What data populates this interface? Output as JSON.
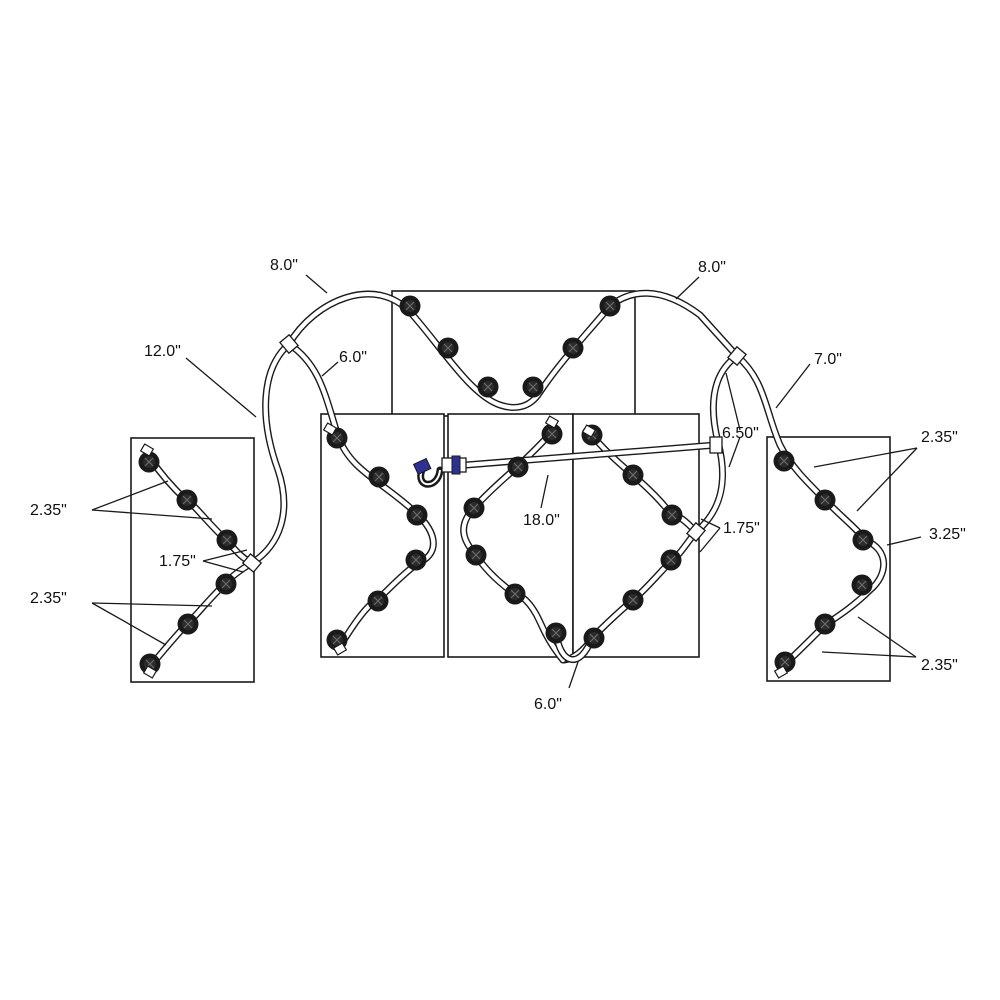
{
  "diagram": {
    "colors": {
      "line": "#1a1a1a",
      "valve": "#1a1a1a",
      "connector_accent": "#2e3192"
    },
    "measurements": [
      {
        "id": "m-8-0-left",
        "text": "8.0\""
      },
      {
        "id": "m-8-0-right",
        "text": "8.0\""
      },
      {
        "id": "m-12-0",
        "text": "12.0\""
      },
      {
        "id": "m-6-0-top",
        "text": "6.0\""
      },
      {
        "id": "m-7-0",
        "text": "7.0\""
      },
      {
        "id": "m-6-50",
        "text": "6.50\""
      },
      {
        "id": "m-2-35-right-top",
        "text": "2.35\""
      },
      {
        "id": "m-2-35-left-top",
        "text": "2.35\""
      },
      {
        "id": "m-1-75-left",
        "text": "1.75\""
      },
      {
        "id": "m-1-75-right",
        "text": "1.75\""
      },
      {
        "id": "m-18-0",
        "text": "18.0\""
      },
      {
        "id": "m-3-25",
        "text": "3.25\""
      },
      {
        "id": "m-2-35-left-bottom",
        "text": "2.35\""
      },
      {
        "id": "m-2-35-right-bottom",
        "text": "2.35\""
      },
      {
        "id": "m-6-0-bottom",
        "text": "6.0\""
      }
    ]
  }
}
